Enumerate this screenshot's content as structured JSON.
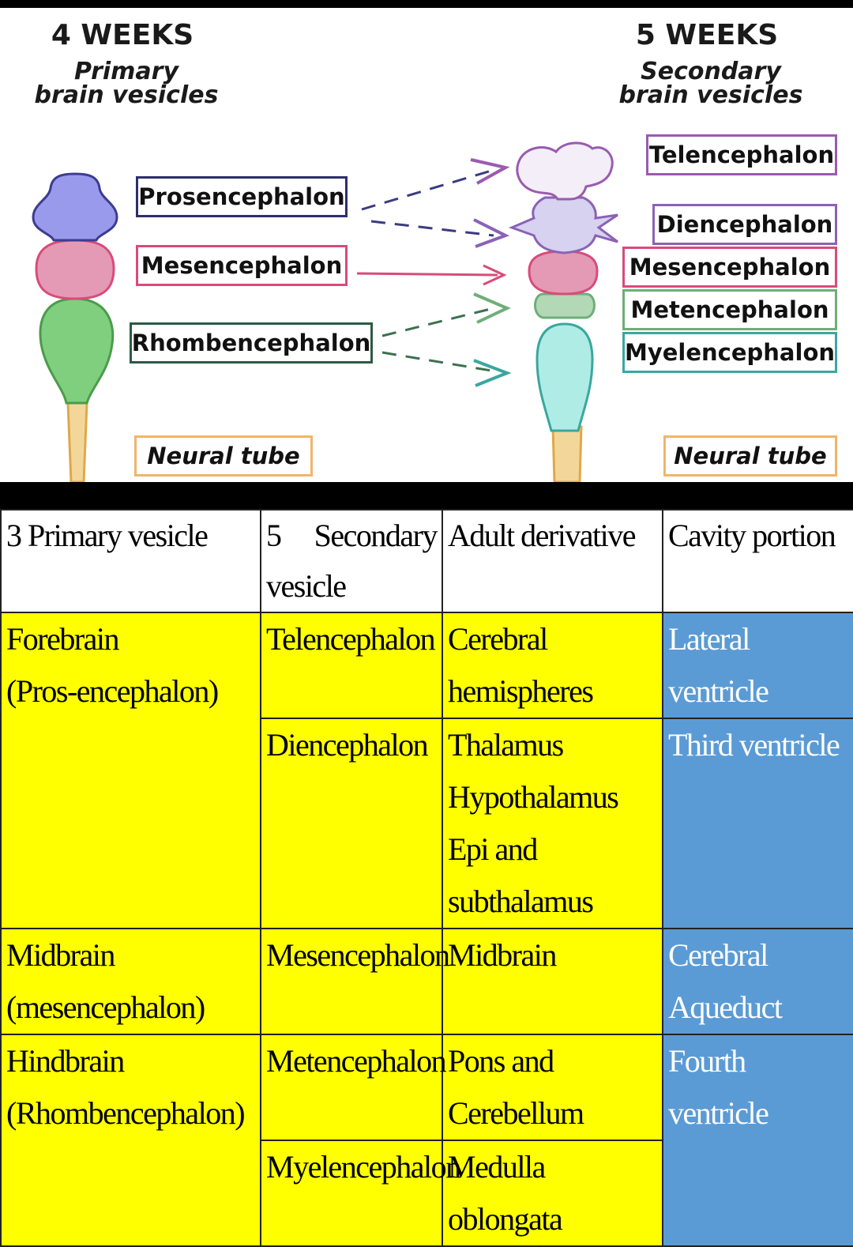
{
  "diagram": {
    "left_heading": "4 WEEKS",
    "left_subheading": [
      "Primary",
      "brain vesicles"
    ],
    "right_heading": "5 WEEKS",
    "right_subheading": [
      "Secondary",
      "brain vesicles"
    ],
    "primary_labels": {
      "prosencephalon": "Prosencephalon",
      "mesencephalon": "Mesencephalon",
      "rhombencephalon": "Rhombencephalon",
      "neural_tube": "Neural tube"
    },
    "secondary_labels": {
      "telencephalon": "Telencephalon",
      "diencephalon": "Diencephalon",
      "mesencephalon": "Mesencephalon",
      "metencephalon": "Metencephalon",
      "myelencephalon": "Myelencephalon",
      "neural_tube": "Neural tube"
    },
    "colors": {
      "prosencephalon": "#9a9aec",
      "mesencephalon": "#e49ab4",
      "rhombencephalon": "#7fcf7f",
      "telencephalon": "#f3eef7",
      "diencephalon": "#d6d2ef",
      "metencephalon": "#b2d8b6",
      "myelencephalon": "#b0ece6",
      "neural_tube": "#f3d79a"
    }
  },
  "table": {
    "headers": {
      "primary": "3 Primary vesicle",
      "secondary_num": "5",
      "secondary_word": "Secondary",
      "secondary_word2": "vesicle",
      "derivative": "Adult derivative",
      "cavity": "Cavity portion"
    },
    "forebrain": [
      "Forebrain",
      "(Pros-encephalon)"
    ],
    "midbrain": "Midbrain (mesencephalon)",
    "hindbrain": [
      "Hindbrain",
      "(Rhombencephalon)"
    ],
    "secondary": {
      "telencephalon": "Telencephalon",
      "diencephalon": "Diencephalon",
      "mesencephalon": "Mesencephalon",
      "metencephalon": "Metencephalon",
      "myelencephalon": "Myelencephalon"
    },
    "derivatives": {
      "telencephalon": "Cerebral hemispheres",
      "diencephalon": [
        "Thalamus",
        "Hypothalamus",
        "Epi and subthalamus"
      ],
      "mesencephalon": "Midbrain",
      "metencephalon": "Pons and Cerebellum",
      "myelencephalon": "Medulla oblongata"
    },
    "cavities": {
      "lateral": "Lateral ventricle",
      "third": "Third ventricle",
      "aqueduct": "Cerebral Aqueduct",
      "fourth": "Fourth ventricle"
    }
  }
}
